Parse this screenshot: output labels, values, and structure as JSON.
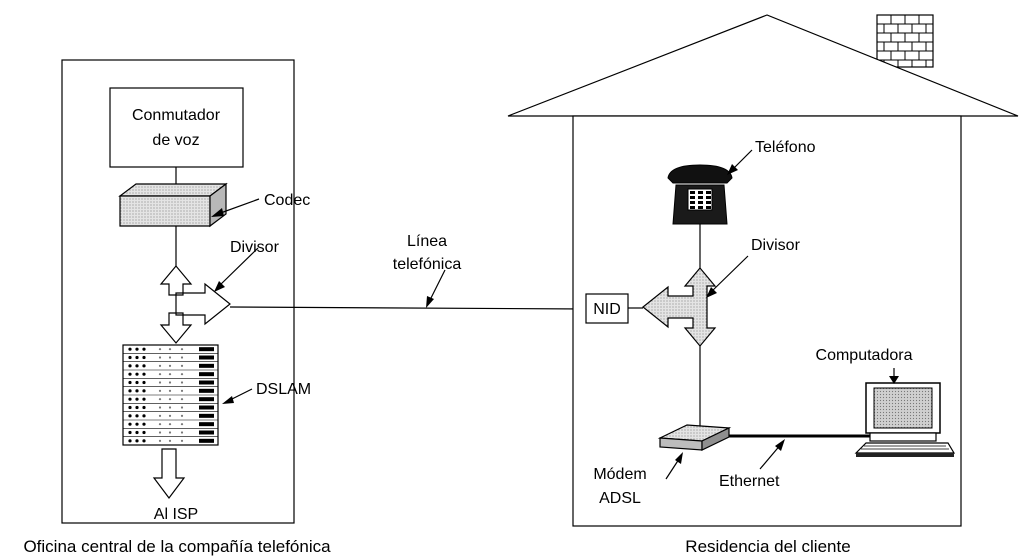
{
  "central_office": {
    "switch_line1": "Conmutador",
    "switch_line2": "de voz",
    "codec": "Codec",
    "splitter": "Divisor",
    "dslam": "DSLAM",
    "isp": "Al ISP",
    "caption": "Oficina central de la compañía telefónica"
  },
  "line": {
    "line1": "Línea",
    "line2": "telefónica"
  },
  "residence": {
    "phone": "Teléfono",
    "splitter": "Divisor",
    "nid": "NID",
    "computer": "Computadora",
    "modem_line1": "Módem",
    "modem_line2": "ADSL",
    "ethernet": "Ethernet",
    "caption": "Residencia del cliente"
  }
}
